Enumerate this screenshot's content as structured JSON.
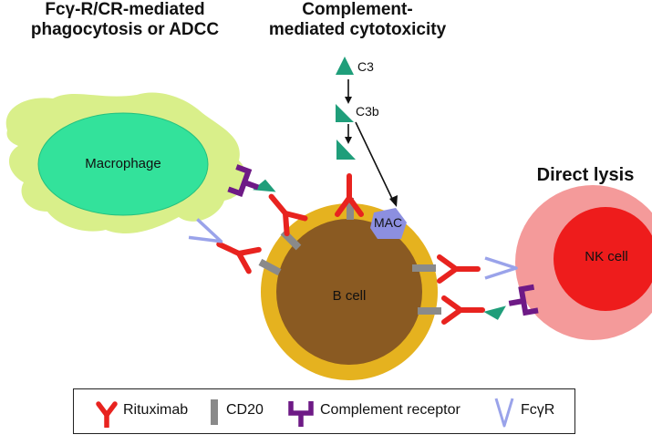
{
  "headings": {
    "left_line1": "Fcγ-R/CR-mediated",
    "left_line2": "phagocytosis or ADCC",
    "center_line1": "Complement-",
    "center_line2": "mediated cytotoxicity",
    "right": "Direct lysis"
  },
  "cells": {
    "macrophage": "Macrophage",
    "b_cell": "B cell",
    "nk_cell": "NK cell"
  },
  "complement": {
    "c3": "C3",
    "c3b": "C3b",
    "mac": "MAC"
  },
  "legend": {
    "rituximab": "Rituximab",
    "cd20": "CD20",
    "complement_receptor": "Complement receptor",
    "fcgr": "FcγR"
  },
  "colors": {
    "rituximab": "#e8231f",
    "cd20": "#8a8a8a",
    "complement_receptor": "#6e1a86",
    "fcgr": "#9aa3ea",
    "complement": "#1f9e7a",
    "macrophage_body": "#d9ef8a",
    "macrophage_nucleus": "#33e29b",
    "b_cell_outer": "#e5b21f",
    "b_cell_inner": "#8a5a22",
    "nk_outer": "#f49a9a",
    "nk_inner": "#ee1c1c",
    "mac": "#8c8fe0"
  }
}
